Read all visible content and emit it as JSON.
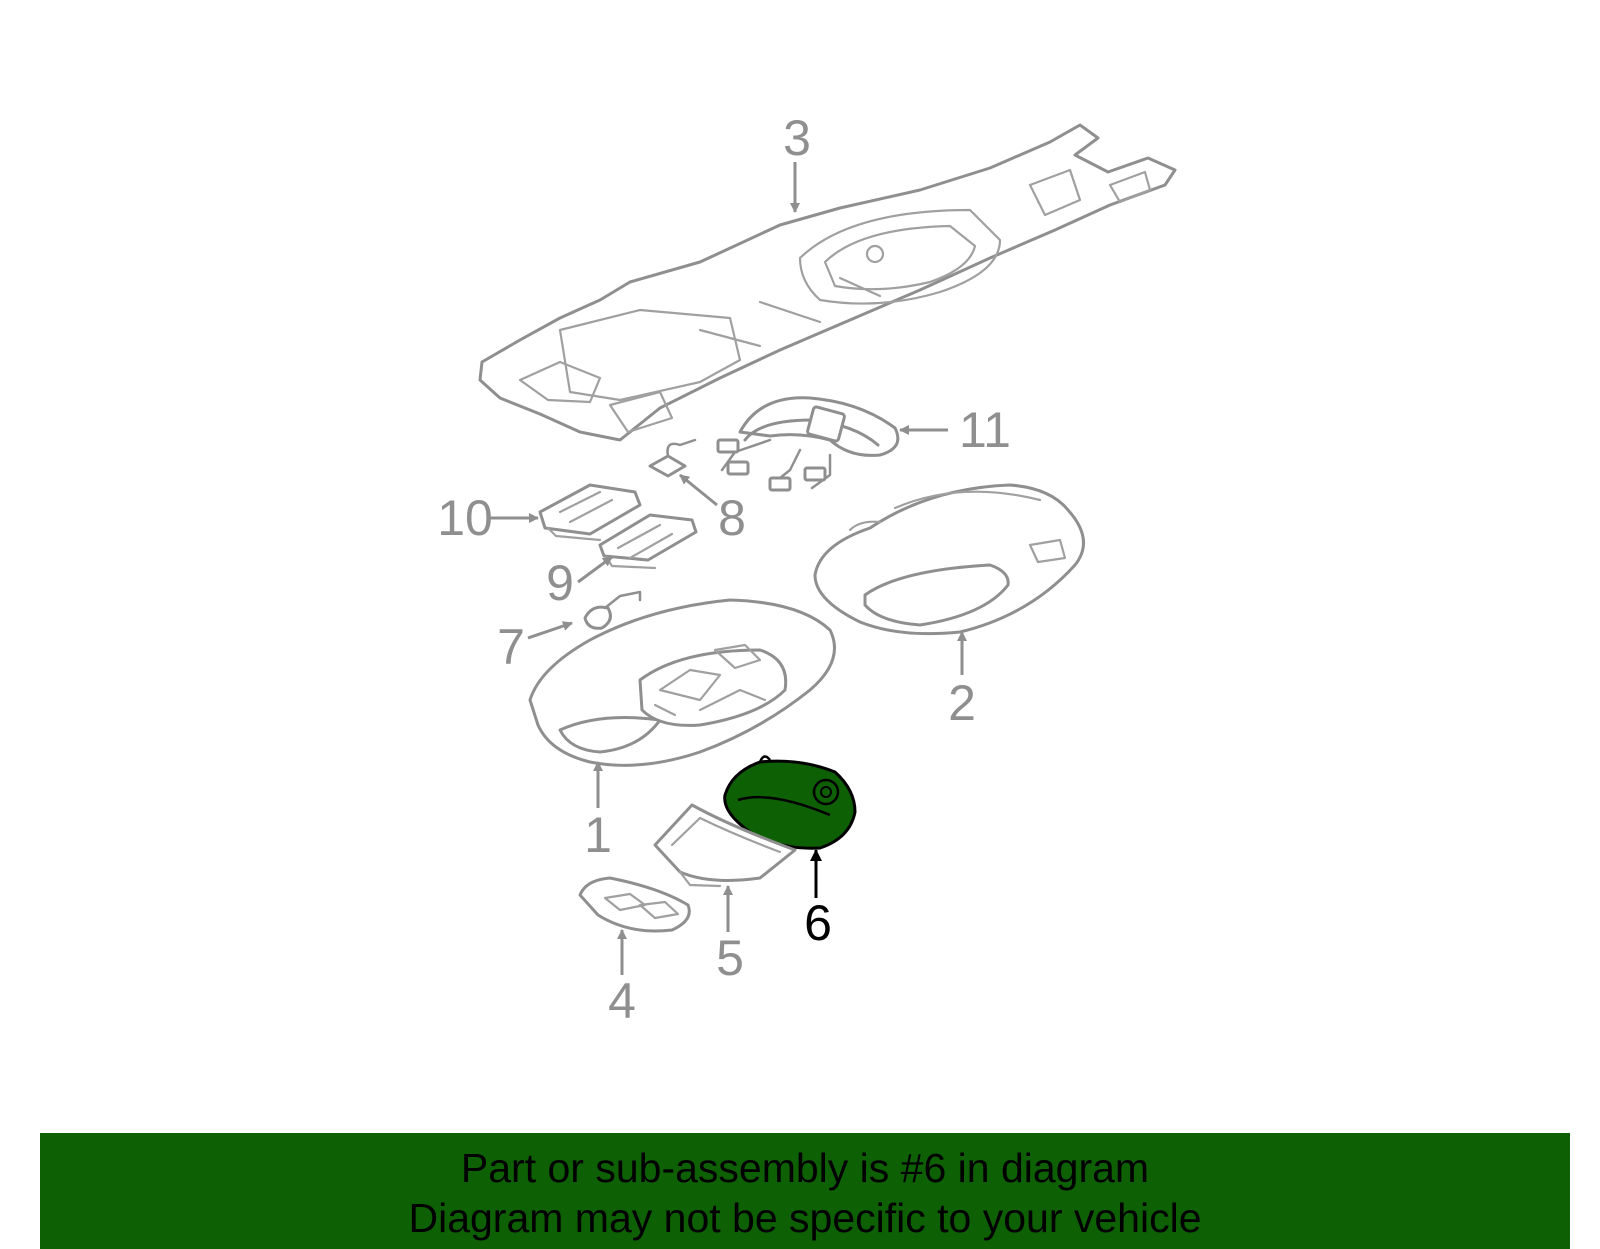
{
  "diagram": {
    "callouts": [
      {
        "id": "1",
        "label": "1"
      },
      {
        "id": "2",
        "label": "2"
      },
      {
        "id": "3",
        "label": "3"
      },
      {
        "id": "4",
        "label": "4"
      },
      {
        "id": "5",
        "label": "5"
      },
      {
        "id": "6",
        "label": "6"
      },
      {
        "id": "7",
        "label": "7"
      },
      {
        "id": "8",
        "label": "8"
      },
      {
        "id": "9",
        "label": "9"
      },
      {
        "id": "10",
        "label": "10"
      },
      {
        "id": "11",
        "label": "11"
      }
    ],
    "highlighted_part": "6",
    "colors": {
      "line_gray": "#8f8f8f",
      "highlight_fill": "#0e6005",
      "highlight_text": "#000000",
      "banner_background": "#0e6005"
    }
  },
  "banner": {
    "line1": "Part or sub-assembly is #6 in diagram",
    "line2": "Diagram may not be specific to your vehicle"
  }
}
